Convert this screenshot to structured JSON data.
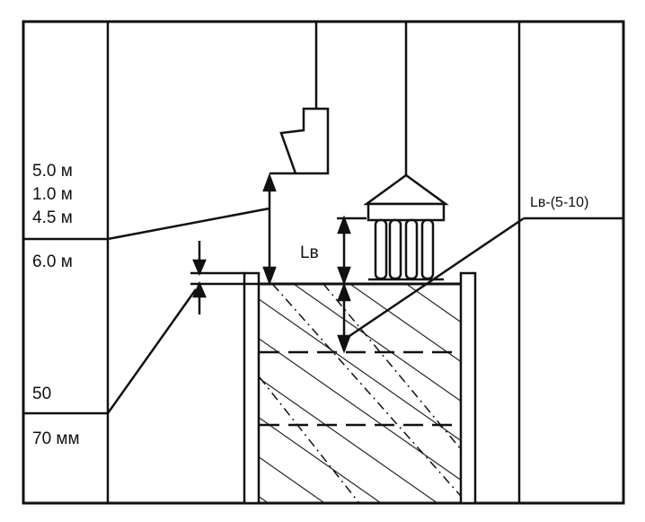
{
  "labels": {
    "height_1": "5.0 м",
    "height_2": "1.0 м",
    "height_3": "4.5 м",
    "height_4": "6.0 м",
    "gap_1": "50",
    "gap_2": "70 мм",
    "vibrator_length": "Lв",
    "immersion_depth": "Lв-(5-10)"
  },
  "colors": {
    "ink": "#111111",
    "background": "#ffffff"
  }
}
